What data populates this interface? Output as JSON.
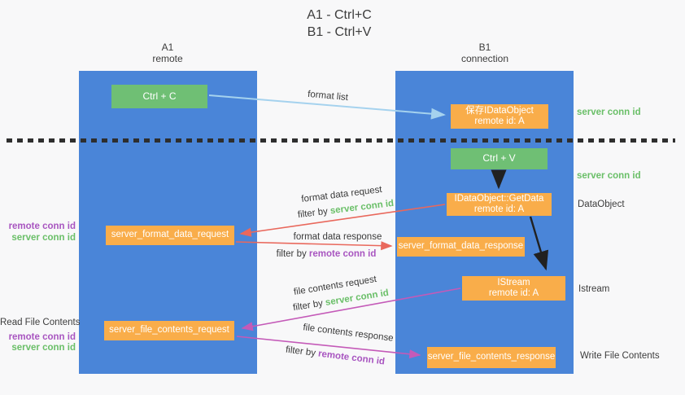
{
  "title": {
    "line1": "A1 - Ctrl+C",
    "line2": "B1 - Ctrl+V"
  },
  "lanes": {
    "a1": {
      "name": "A1",
      "subtitle": "remote"
    },
    "b1": {
      "name": "B1",
      "subtitle": "connection"
    }
  },
  "nodes": {
    "ctrl_c": {
      "label": "Ctrl + C"
    },
    "save_idataobject": {
      "line1": "保存IDataObject",
      "line2": "remote id: A"
    },
    "ctrl_v": {
      "label": "Ctrl + V"
    },
    "getdata": {
      "line1": "IDataObject::GetData",
      "line2": "remote id: A"
    },
    "format_request": {
      "label": "server_format_data_request"
    },
    "format_response": {
      "label": "server_format_data_response"
    },
    "istream": {
      "line1": "IStream",
      "line2": "remote id: A"
    },
    "file_request": {
      "label": "server_file_contents_request"
    },
    "file_response": {
      "label": "server_file_contents_response"
    }
  },
  "annotations": {
    "format_list": "format list",
    "format_data_request": "format data request",
    "filter_by_1": "filter by ",
    "server_conn_1": "server conn id",
    "format_data_response": "format data response",
    "filter_by_2": "filter by ",
    "remote_conn_1": "remote conn id",
    "file_contents_request": "file contents request",
    "filter_by_3": "filter by ",
    "server_conn_2": "server conn id",
    "file_contents_response": "file contents response",
    "filter_by_4": "filter by ",
    "remote_conn_2": "remote conn id"
  },
  "side_labels": {
    "right_server_conn_top": "server conn id",
    "right_server_conn_mid": "server conn id",
    "dataobject": "DataObject",
    "istream": "Istream",
    "write_file_contents": "Write File Contents",
    "left_remote_conn_mid": "remote conn id",
    "left_server_conn_mid": "server conn id",
    "read_file_contents": "Read File Contents",
    "left_remote_conn_bottom": "remote conn id",
    "left_server_conn_bottom": "server conn id"
  },
  "colors": {
    "lane_blue": "#4a85d8",
    "box_green": "#6fbf74",
    "box_orange": "#f9ad4a",
    "label_green": "#6abf68",
    "label_purple": "#a855c0",
    "arrow_red": "#e9685c",
    "arrow_magenta": "#c45ab8",
    "arrow_blue": "#a5d2ee",
    "arrow_black": "#212121"
  }
}
